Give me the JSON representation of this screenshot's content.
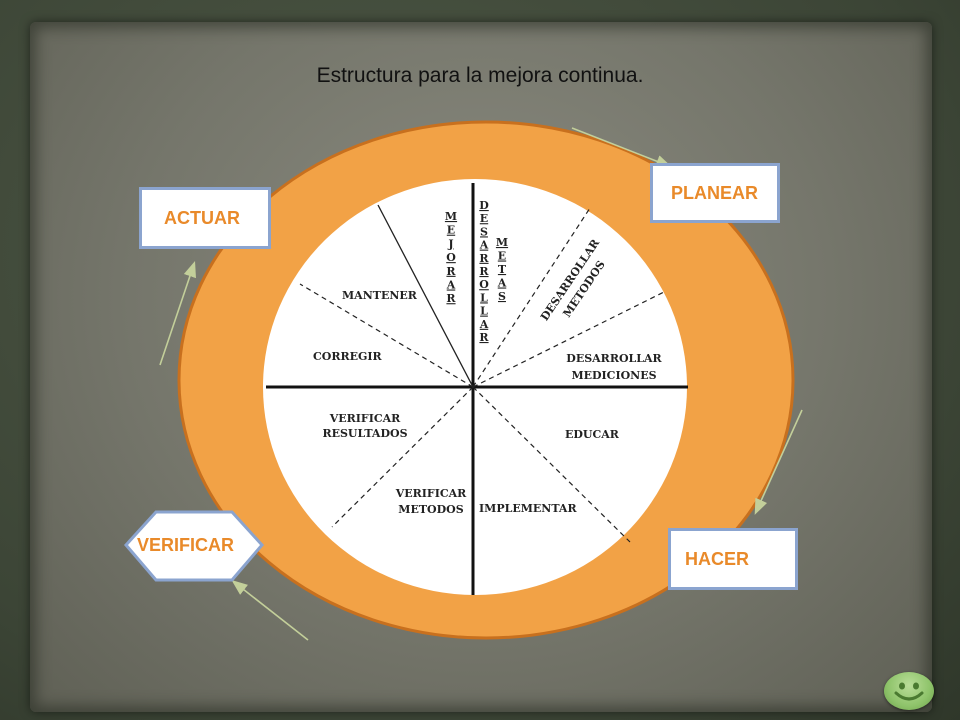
{
  "title": "Estructura para la mejora continua.",
  "labels": {
    "actuar": "ACTUAR",
    "planear": "PLANEAR",
    "hacer": "HACER",
    "verificar": "VERIFICAR"
  },
  "segments": {
    "mantener": "MANTENER",
    "corregir": "CORREGIR",
    "mejorar": "MEJORAR",
    "desarrollar": "DESARROLLAR",
    "metas": "METAS",
    "desarrollar_metodos_1": "DESARROLLAR",
    "desarrollar_metodos_2": "METODOS",
    "desarrollar_mediciones_1": "DESARROLLAR",
    "desarrollar_mediciones_2": "MEDICIONES",
    "educar": "EDUCAR",
    "implementar": "IMPLEMENTAR",
    "verificar_metodos_1": "VERIFICAR",
    "verificar_metodos_2": "METODOS",
    "verificar_resultados_1": "VERIFICAR",
    "verificar_resultados_2": "RESULTADOS"
  },
  "colors": {
    "ring": "#f2a246",
    "ring_border": "#c8701e",
    "box_border": "#8ba4cf",
    "label_text": "#e98a2a"
  }
}
